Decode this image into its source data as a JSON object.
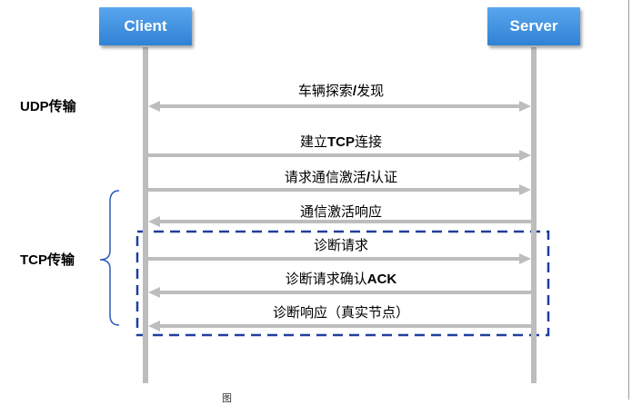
{
  "participants": {
    "client": "Client",
    "server": "Server"
  },
  "side_labels": {
    "udp": "UDP传输",
    "tcp": "TCP传输"
  },
  "messages": [
    {
      "label": "车辆探索/发现",
      "direction": "both"
    },
    {
      "label": "建立TCP连接",
      "direction": "to-server"
    },
    {
      "label": "请求通信激活/认证",
      "direction": "to-server"
    },
    {
      "label": "通信激活响应",
      "direction": "to-client"
    },
    {
      "label": "诊断请求",
      "direction": "to-server"
    },
    {
      "label": "诊断请求确认ACK",
      "direction": "to-client"
    },
    {
      "label": "诊断响应（真实节点）",
      "direction": "to-client"
    }
  ],
  "caption": "图",
  "colors": {
    "participant": "#3a8fe0",
    "arrow": "#bdbdbd",
    "highlight_box": "#1f3f9c",
    "brace": "#2b5cb8"
  }
}
